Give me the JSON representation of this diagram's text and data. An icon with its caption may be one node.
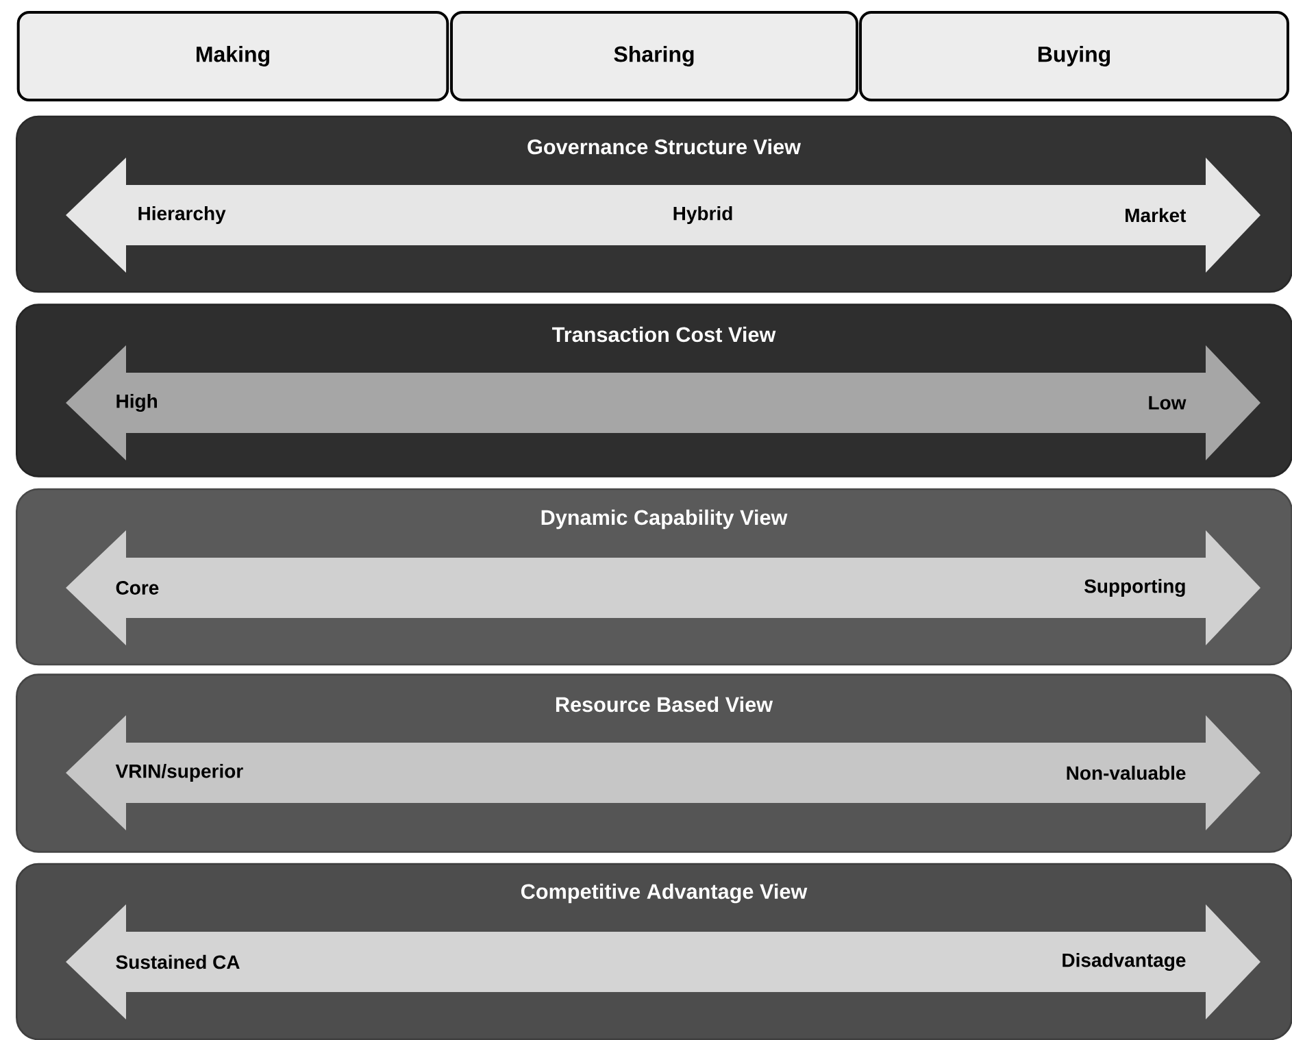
{
  "diagram": {
    "nodes": [
      {
        "text": [
          "Making"
        ]
      },
      {
        "text": [
          "Sharing"
        ]
      },
      {
        "text": [
          "Buying"
        ]
      },
      {
        "text": [
          "Governance Structure View"
        ]
      },
      {
        "text": [
          "Hierarchy",
          "Hybrid",
          "Market"
        ],
        "in": 3
      },
      {
        "text": [
          "Transaction Cost  View"
        ]
      },
      {
        "text": [
          "High",
          "Low"
        ],
        "in": 5
      },
      {
        "text": [
          "Dynamic Capability View"
        ]
      },
      {
        "text": [
          "Core",
          "Supporting"
        ],
        "in": 7
      },
      {
        "text": [
          "Resource Based View"
        ]
      },
      {
        "text": [
          "VRIN/superior",
          "Non-valuable"
        ],
        "in": 9
      },
      {
        "text": [
          "Competitive Advantage View"
        ]
      },
      {
        "text": [
          "Sustained  CA",
          "Disadvantage"
        ],
        "in": 11
      }
    ]
  }
}
